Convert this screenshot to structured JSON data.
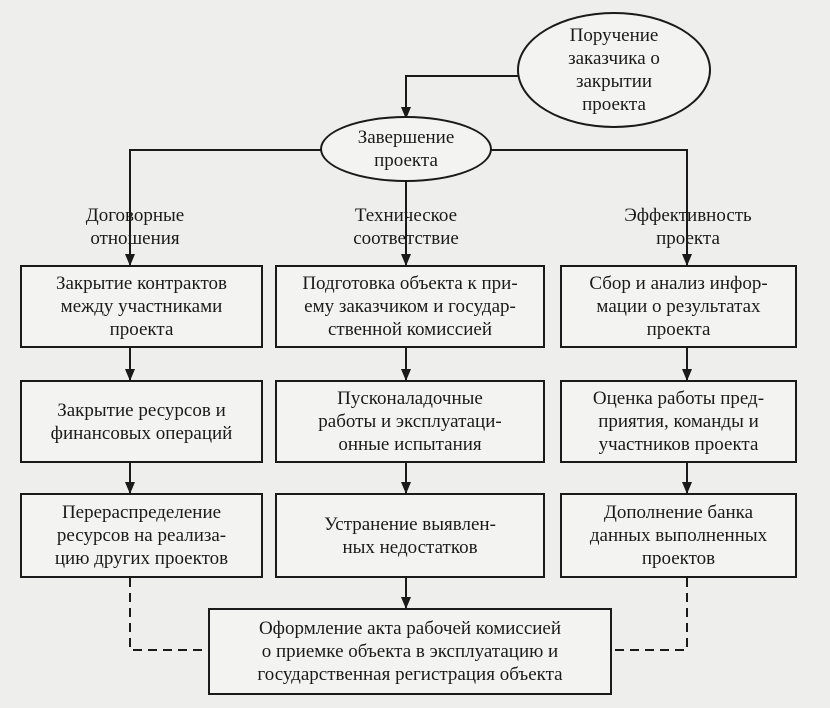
{
  "diagram": {
    "nodes": {
      "request": "Поручение\nзаказчика о\nзакрытии\nпроекта",
      "completion": "Завершение\nпроекта",
      "branch_contract": "Договорные\nотношения",
      "branch_technical": "Техническое\nсоответствие",
      "branch_efficiency": "Эффективность\nпроекта",
      "c1": "Закрытие контрактов\nмежду участниками\nпроекта",
      "c2": "Закрытие ресурсов и\nфинансовых операций",
      "c3": "Перераспределение\nресурсов на реализа-\nцию других проектов",
      "t1": "Подготовка объекта к при-\nему заказчиком и государ-\nственной комиссией",
      "t2": "Пусконаладочные\nработы и эксплуатаци-\nонные испытания",
      "t3": "Устранение выявлен-\nных недостатков",
      "e1": "Сбор и анализ инфор-\nмации о результатах\nпроекта",
      "e2": "Оценка работы пред-\nприятия, команды и\nучастников проекта",
      "e3": "Дополнение банка\nданных выполненных\nпроектов",
      "final": "Оформление акта рабочей комиссией\nо приемке объекта в эксплуатацию и\nгосударственная регистрация объекта"
    },
    "edges": [
      {
        "from": "request",
        "to": "completion",
        "style": "solid"
      },
      {
        "from": "completion",
        "to": "c1",
        "style": "solid"
      },
      {
        "from": "completion",
        "to": "t1",
        "style": "solid"
      },
      {
        "from": "completion",
        "to": "e1",
        "style": "solid"
      },
      {
        "from": "c1",
        "to": "c2",
        "style": "solid"
      },
      {
        "from": "c2",
        "to": "c3",
        "style": "solid"
      },
      {
        "from": "t1",
        "to": "t2",
        "style": "solid"
      },
      {
        "from": "t2",
        "to": "t3",
        "style": "solid"
      },
      {
        "from": "e1",
        "to": "e2",
        "style": "solid"
      },
      {
        "from": "e2",
        "to": "e3",
        "style": "solid"
      },
      {
        "from": "t3",
        "to": "final",
        "style": "solid"
      },
      {
        "from": "c3",
        "to": "final",
        "style": "dashed"
      },
      {
        "from": "e3",
        "to": "final",
        "style": "dashed"
      }
    ]
  }
}
